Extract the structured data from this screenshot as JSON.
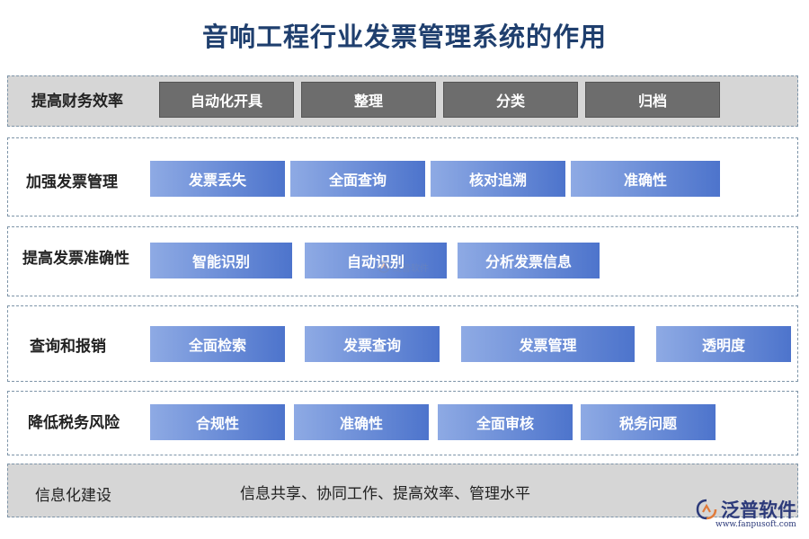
{
  "title": "音响工程行业发票管理系统的作用",
  "rows": [
    {
      "label": "提高财务效率",
      "tags": [
        "自动化开具",
        "整理",
        "分类",
        "归档"
      ]
    },
    {
      "label": "加强发票管理",
      "tags": [
        "发票丢失",
        "全面查询",
        "核对追溯",
        "准确性"
      ]
    },
    {
      "label": "提高发票准确性",
      "tags": [
        "智能识别",
        "自动识别",
        "分析发票信息"
      ]
    },
    {
      "label": "查询和报销",
      "tags": [
        "全面检索",
        "发票查询",
        "发票管理",
        "透明度"
      ]
    },
    {
      "label": "降低税务风险",
      "tags": [
        "合规性",
        "准确性",
        "全面审核",
        "税务问题"
      ]
    }
  ],
  "footer": {
    "label": "信息化建设",
    "text": "信息共享、协同工作、提高效率、管理水平"
  },
  "logo": {
    "name": "泛普软件",
    "url": "www.fanpusoft.com"
  },
  "watermark": {
    "text": "泛普软件"
  },
  "colors": {
    "title": "#1f3f6e",
    "dark_tag": "#6d6d6d",
    "blue_start": "#8eaae4",
    "blue_end": "#4d74cc",
    "gray_panel": "#d6d6d6"
  }
}
